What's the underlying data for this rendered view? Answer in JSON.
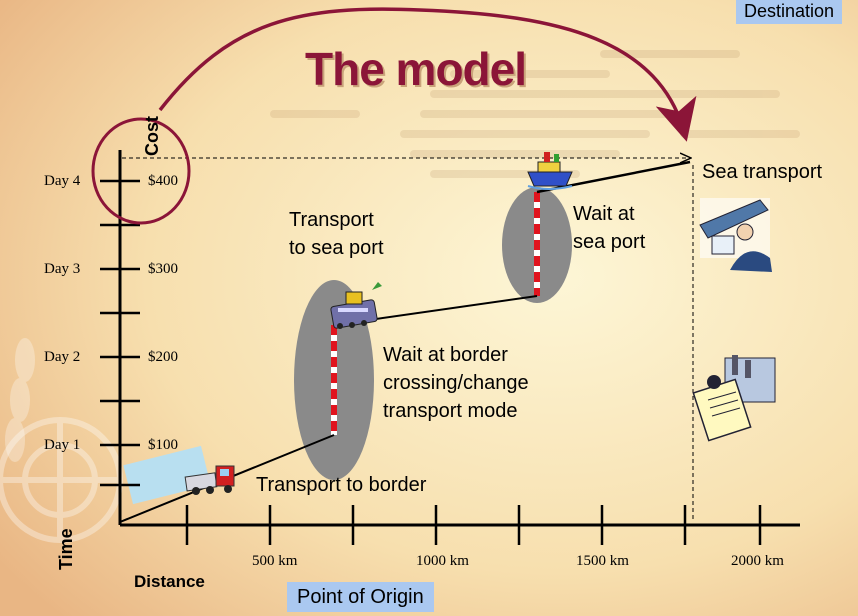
{
  "title": "The model",
  "destination_label": "Destination",
  "origin_label": "Point of Origin",
  "axis": {
    "cost_label": "Cost",
    "time_label": "Time",
    "distance_label": "Distance"
  },
  "days": [
    "Day 1",
    "Day 2",
    "Day 3",
    "Day 4"
  ],
  "costs": [
    "$100",
    "$200",
    "$300",
    "$400"
  ],
  "distances": [
    "500 km",
    "1000 km",
    "1500 km",
    "2000 km"
  ],
  "stages": {
    "transport_to_border": "Transport to border",
    "wait_border_line1": "Wait at border",
    "wait_border_line2": "crossing/change",
    "wait_border_line3": "transport mode",
    "transport_sea_port_line1": "Transport",
    "transport_sea_port_line2": "to sea port",
    "wait_sea_port_line1": "Wait at",
    "wait_sea_port_line2": "sea port",
    "sea_transport": "Sea transport"
  },
  "colors": {
    "title": "#8b1538",
    "arc": "#8b1538",
    "box": "#aac8f0",
    "ellipse": "#8a8a8a"
  },
  "icons": [
    "truck-icon",
    "train-icon",
    "ship-icon",
    "cargo-ship-icon",
    "factory-clipboard-icon"
  ]
}
